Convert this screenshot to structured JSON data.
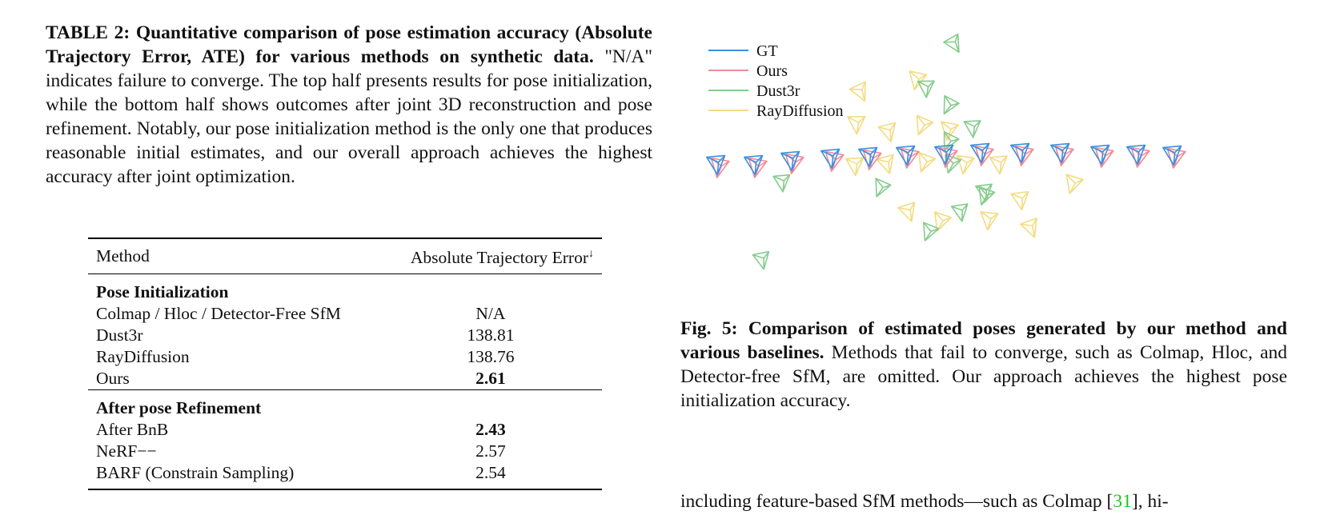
{
  "table_caption": {
    "label": "TABLE 2: Quantitative comparison of pose estimation accuracy (Absolute Trajectory Error, ATE) for various methods on synthetic data.",
    "text": " \"N/A\" indicates failure to converge. The top half presents results for pose initialization, while the bottom half shows outcomes after joint 3D reconstruction and pose refinement. Notably, our pose initialization method is the only one that produces reasonable initial estimates, and our overall approach achieves the highest accuracy after joint optimization."
  },
  "table": {
    "headers": {
      "method": "Method",
      "value": "Absolute Trajectory Error",
      "arrow": "↓"
    },
    "sections": [
      {
        "title": "Pose Initialization",
        "rows": [
          {
            "method": "Colmap / Hloc / Detector-Free SfM",
            "value": "N/A",
            "bold": false
          },
          {
            "method": "Dust3r",
            "value": "138.81",
            "bold": false
          },
          {
            "method": "RayDiffusion",
            "value": "138.76",
            "bold": false
          },
          {
            "method": "Ours",
            "value": "2.61",
            "bold": true
          }
        ]
      },
      {
        "title": "After pose Refinement",
        "rows": [
          {
            "method": "After BnB",
            "value": "2.43",
            "bold": true
          },
          {
            "method": "NeRF−−",
            "value": "2.57",
            "bold": false
          },
          {
            "method": "BARF (Constrain Sampling)",
            "value": "2.54",
            "bold": false
          }
        ]
      }
    ]
  },
  "figure": {
    "legend": [
      {
        "name": "GT",
        "color": "#3d8fe0"
      },
      {
        "name": "Ours",
        "color": "#f08a96"
      },
      {
        "name": "Dust3r",
        "color": "#86cc8e"
      },
      {
        "name": "RayDiffusion",
        "color": "#f3dc82"
      }
    ],
    "icon": "camera-frustum-icon"
  },
  "figure_caption": {
    "label": "Fig. 5: Comparison of estimated poses generated by our method and various baselines.",
    "text": " Methods that fail to converge, such as Colmap, Hloc, and Detector-free SfM, are omitted. Our approach achieves the highest pose initialization accuracy."
  },
  "body": {
    "before": "including feature-based SfM methods—such as Colmap [",
    "cite": "31",
    "after": "], hi-"
  }
}
